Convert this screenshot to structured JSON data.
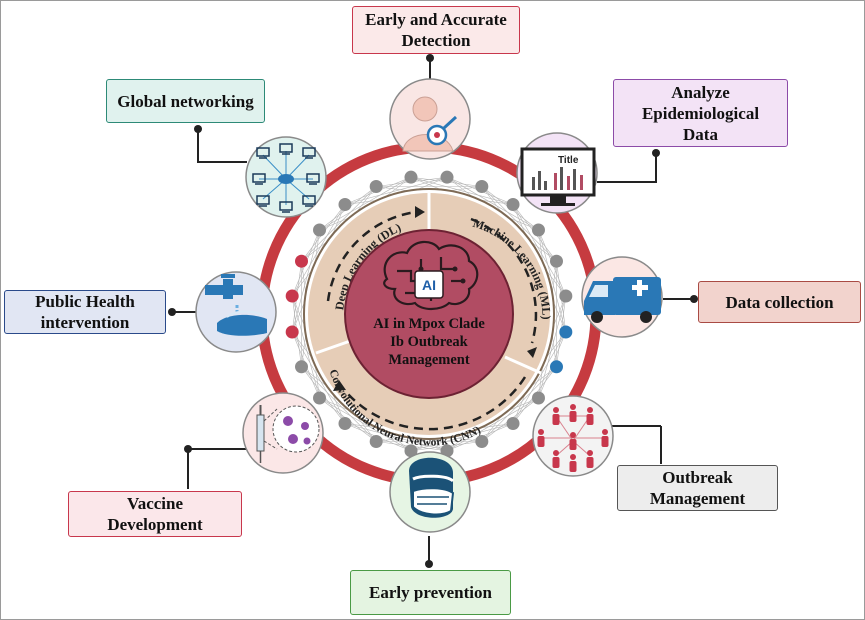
{
  "center": {
    "ai_badge": "AI",
    "title_line1": "AI in Mpox Clade",
    "title_line2": "Ib Outbreak",
    "title_line3": "Management"
  },
  "ring_labels": {
    "deep_learning": "Deep Learning (DL)",
    "machine_learning": "Machine Learning (ML)",
    "cnn": "Convolutional Neural Network (CNN)"
  },
  "chart_icon_title": "Title",
  "boxes": {
    "early_detection": {
      "line1": "Early and Accurate",
      "line2": "Detection"
    },
    "analyze_data": {
      "line1": "Analyze",
      "line2": "Epidemiological",
      "line3": "Data"
    },
    "data_collection": {
      "line1": "Data collection"
    },
    "outbreak_management": {
      "line1": "Outbreak",
      "line2": "Management"
    },
    "early_prevention": {
      "line1": "Early prevention"
    },
    "vaccine_development": {
      "line1": "Vaccine",
      "line2": "Development"
    },
    "public_health": {
      "line1": "Public Health",
      "line2": "intervention"
    },
    "global_networking": {
      "line1": "Global networking"
    }
  },
  "colors": {
    "outer_ring": "#c63b40",
    "center_fill": "#b14c63",
    "center_band": "#e6cdb7",
    "node_gray": "#8c8c8c",
    "node_red": "#c8374c",
    "node_blue": "#2a78b6"
  },
  "icons": {
    "early_detection": "child-skin-lesion-magnifier-icon",
    "analyze_data": "monitor-bar-chart-icon",
    "data_collection": "ambulance-icon",
    "outbreak_management": "people-network-icon",
    "early_prevention": "masked-face-icon",
    "vaccine_development": "syringe-virus-icon",
    "public_health": "hand-washing-faucet-icon",
    "global_networking": "computer-network-icon",
    "center": "brain-circuit-icon"
  }
}
